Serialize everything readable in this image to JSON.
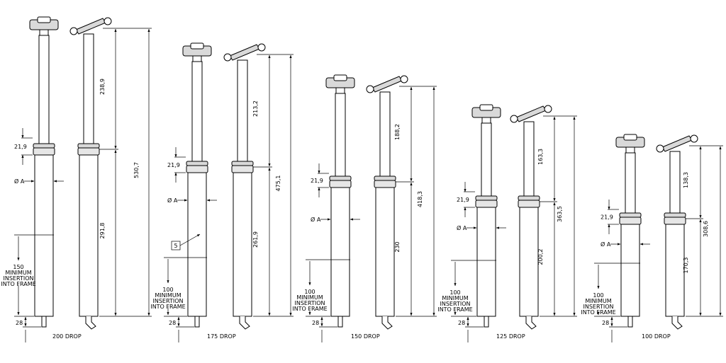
{
  "drawings": [
    {
      "drop_label": "200 DROP",
      "collar_dim": "21,9",
      "upper_dim": "238,9",
      "lower_dim": "291,8",
      "total_dim": "530,7",
      "bottom_dim": "28",
      "insertion_label": [
        "150",
        "MINIMUM",
        "INSERTION",
        "INTO FRAME"
      ],
      "diameter_label": "Ø A"
    },
    {
      "drop_label": "175 DROP",
      "collar_dim": "21,9",
      "upper_dim": "213,2",
      "lower_dim": "261,9",
      "total_dim": "475,1",
      "bottom_dim": "28",
      "insertion_label": [
        "100",
        "MINIMUM",
        "INSERTION",
        "INTO FRAME"
      ],
      "diameter_label": "Ø A",
      "callout": "5"
    },
    {
      "drop_label": "150 DROP",
      "collar_dim": "21,9",
      "upper_dim": "188,2",
      "lower_dim": "230",
      "total_dim": "418,3",
      "bottom_dim": "28",
      "insertion_label": [
        "100",
        "MINIMUM",
        "INSERTION",
        "INTO FRAME"
      ],
      "diameter_label": "Ø A"
    },
    {
      "drop_label": "125 DROP",
      "collar_dim": "21,9",
      "upper_dim": "163,3",
      "lower_dim": "200,2",
      "total_dim": "363,5",
      "bottom_dim": "28",
      "insertion_label": [
        "100",
        "MINIMUM",
        "INSERTION",
        "INTO FRAME"
      ],
      "diameter_label": "Ø A"
    },
    {
      "drop_label": "100 DROP",
      "collar_dim": "21,9",
      "upper_dim": "138,3",
      "lower_dim": "170,3",
      "total_dim": "308,6",
      "bottom_dim": "28",
      "insertion_label": [
        "100",
        "MINIMUM",
        "INSERTION",
        "INTO FRAME"
      ],
      "diameter_label": "Ø A"
    }
  ]
}
